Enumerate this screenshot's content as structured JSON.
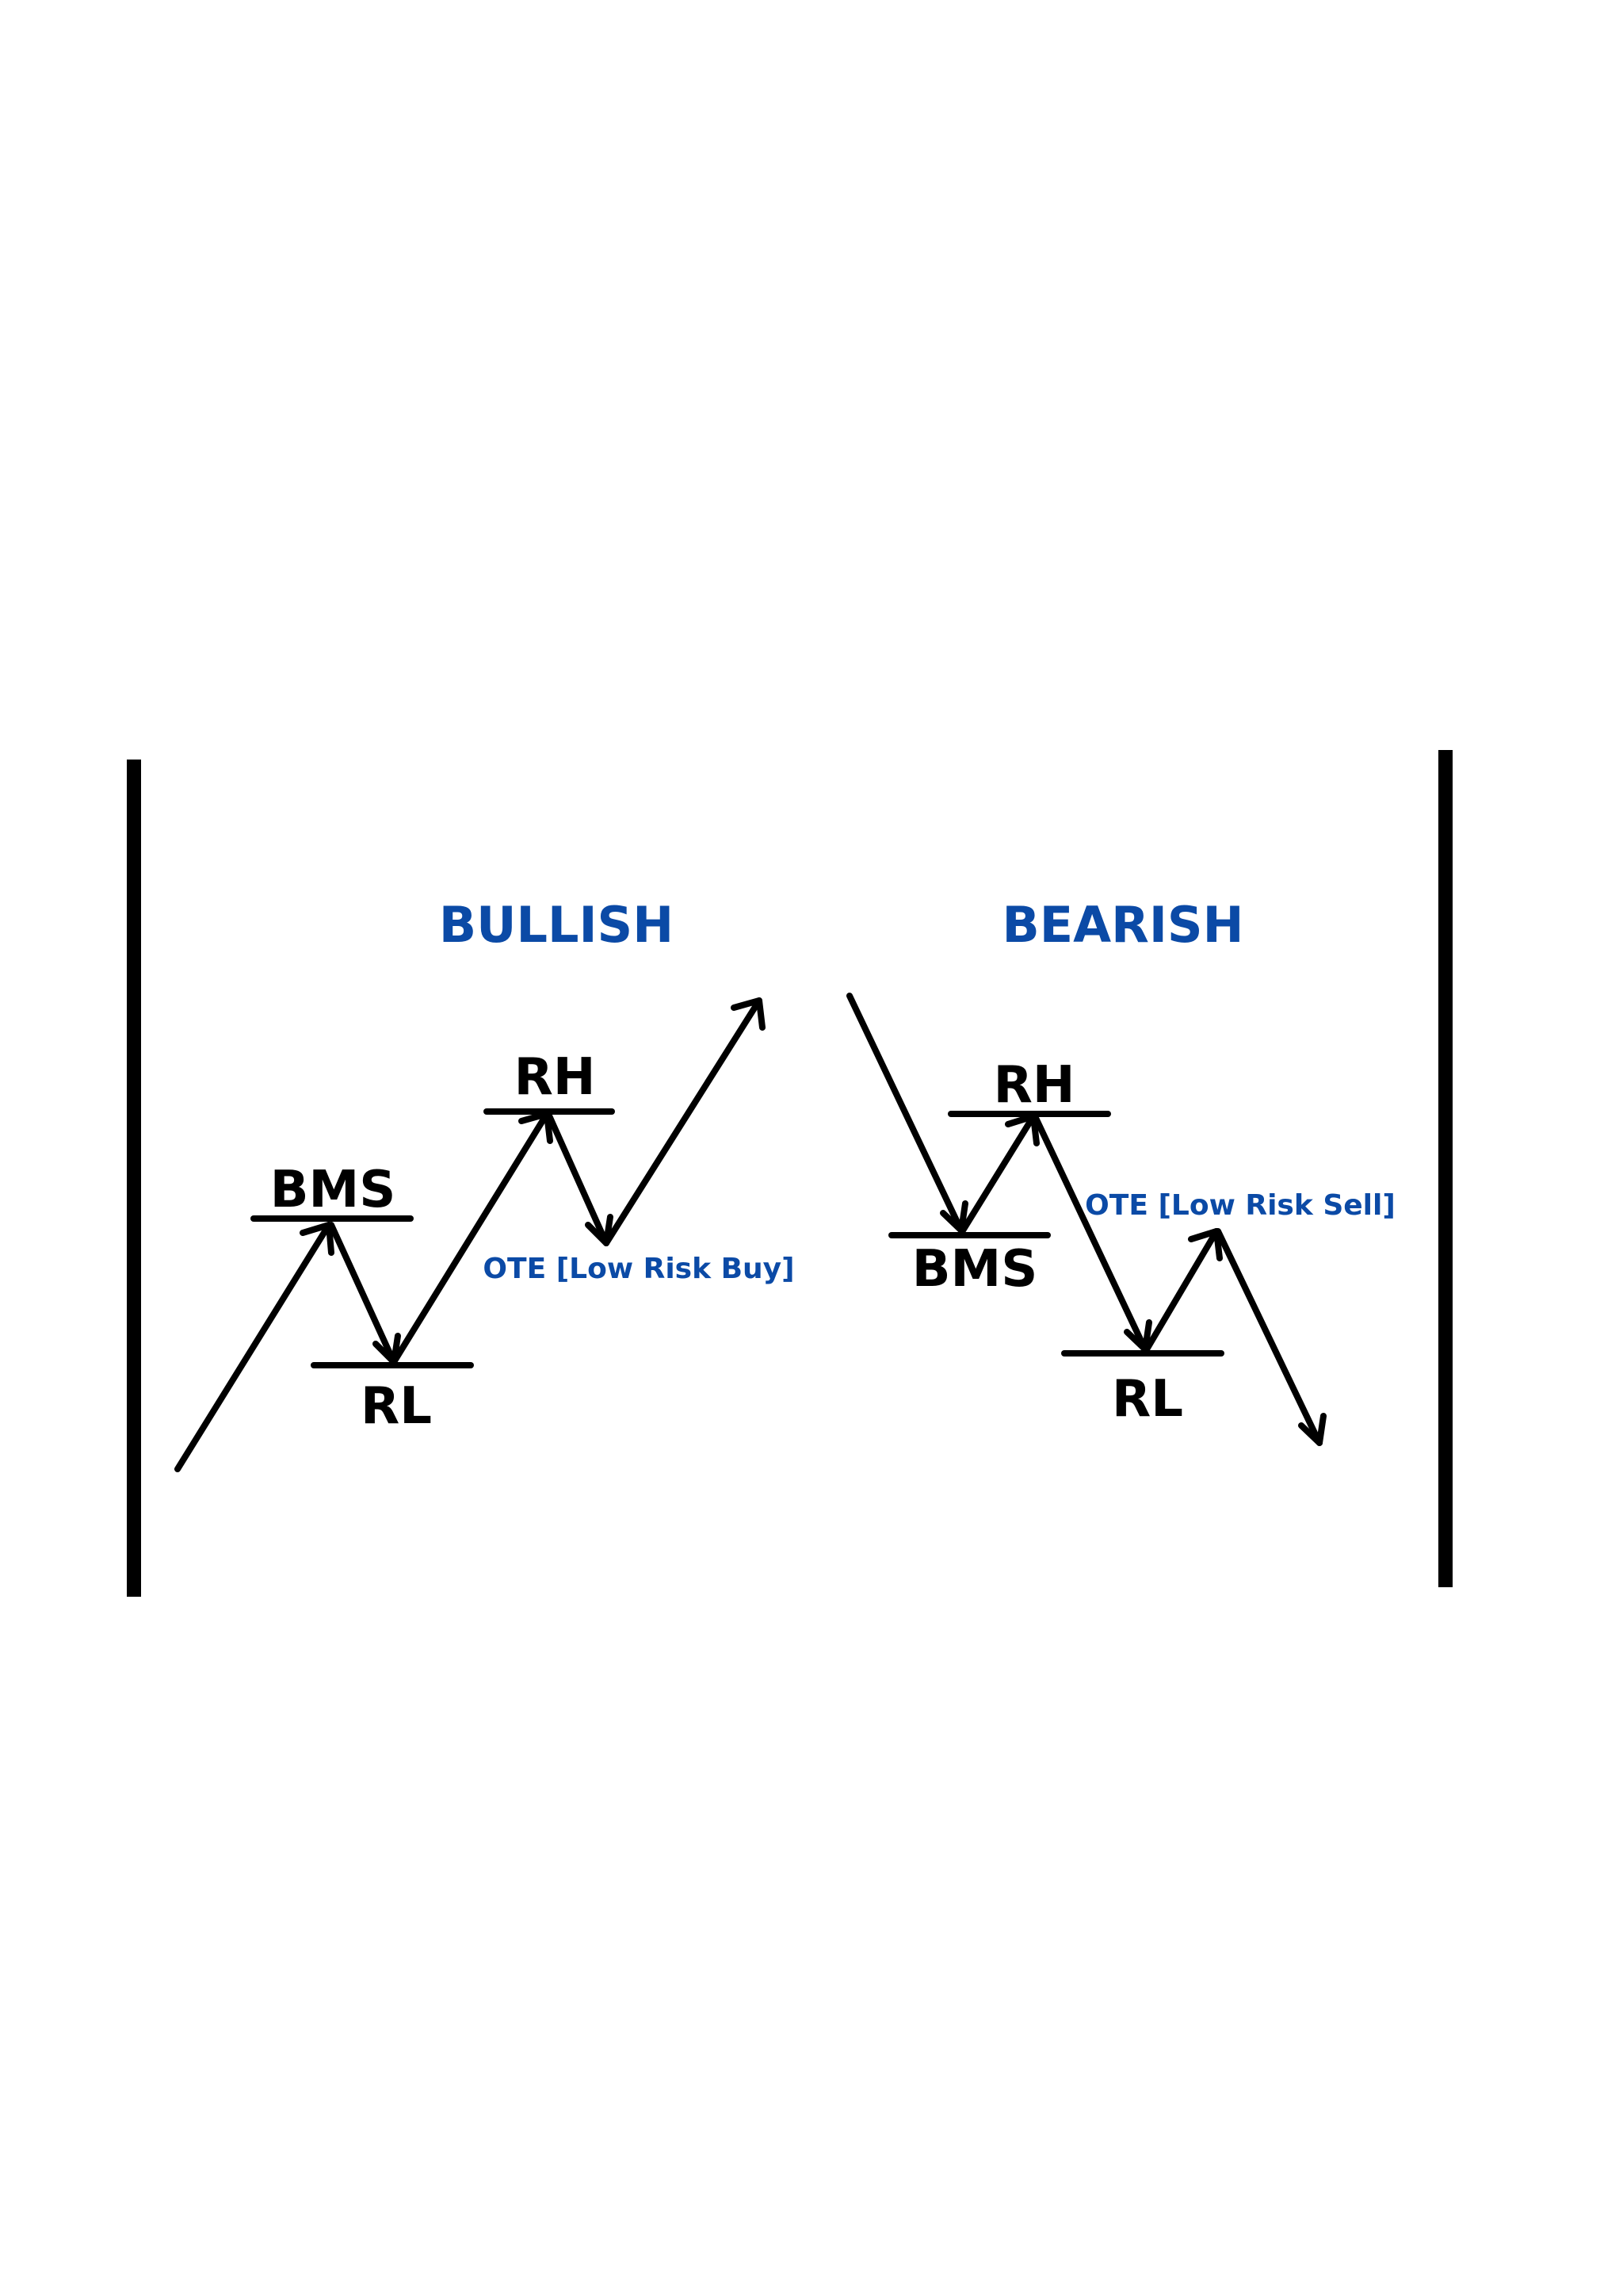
{
  "colors": {
    "background": "#ffffff",
    "title": "#0b4aa6",
    "ote": "#0b4aa6",
    "line": "#000000"
  },
  "bullish": {
    "title": "BULLISH",
    "bms_label": "BMS",
    "rl_label": "RL",
    "rh_label": "RH",
    "ote_label": "OTE [Low Risk Buy]"
  },
  "bearish": {
    "title": "BEARISH",
    "rh_label": "RH",
    "bms_label": "BMS",
    "rl_label": "RL",
    "ote_label": "OTE [Low Risk Sell]"
  }
}
